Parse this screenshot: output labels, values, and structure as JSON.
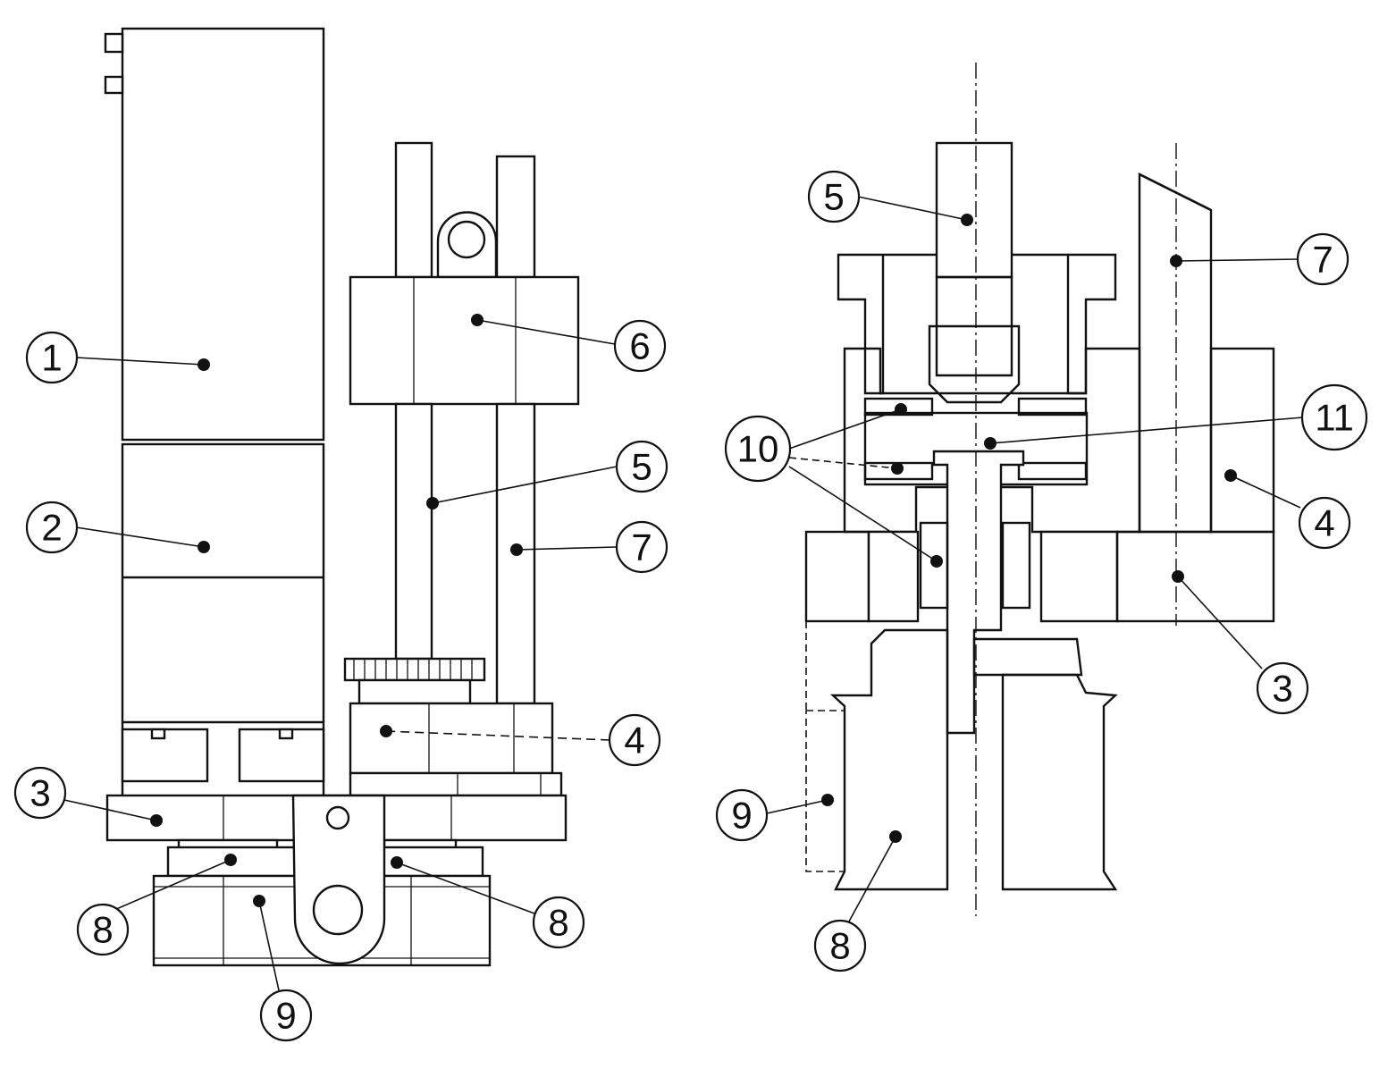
{
  "colors": {
    "line": "#111111",
    "paper": "#ffffff"
  },
  "callouts": {
    "left": {
      "c1": "1",
      "c2": "2",
      "c3": "3",
      "c4": "4",
      "c5": "5",
      "c6": "6",
      "c7": "7",
      "c8a": "8",
      "c8b": "8",
      "c9": "9"
    },
    "right": {
      "c5": "5",
      "c7": "7",
      "c10": "10",
      "c11": "11",
      "c4": "4",
      "c3": "3",
      "c9": "9",
      "c8": "8"
    }
  }
}
